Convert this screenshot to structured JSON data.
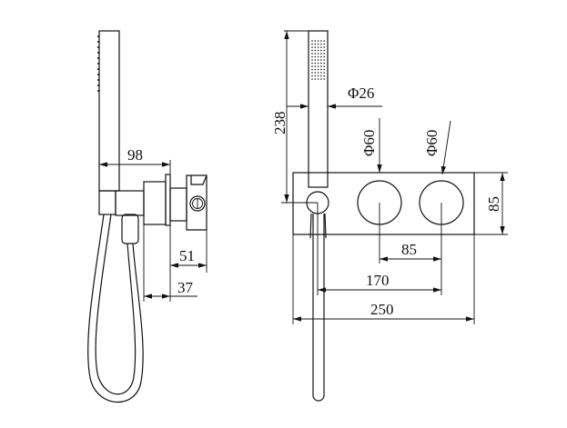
{
  "side_view": {
    "dim_projection": "98",
    "dim_body": "51",
    "dim_depth": "37"
  },
  "front_view": {
    "dim_height": "238",
    "dim_handle_diameter": "Φ26",
    "dim_knob_left_diameter": "Φ60",
    "dim_knob_right_diameter": "Φ60",
    "dim_plate_height": "85",
    "dim_knob_spacing": "85",
    "dim_outlet_to_knob": "170",
    "dim_plate_width": "250"
  },
  "colors": {
    "line": "#111111",
    "background": "#ffffff"
  }
}
